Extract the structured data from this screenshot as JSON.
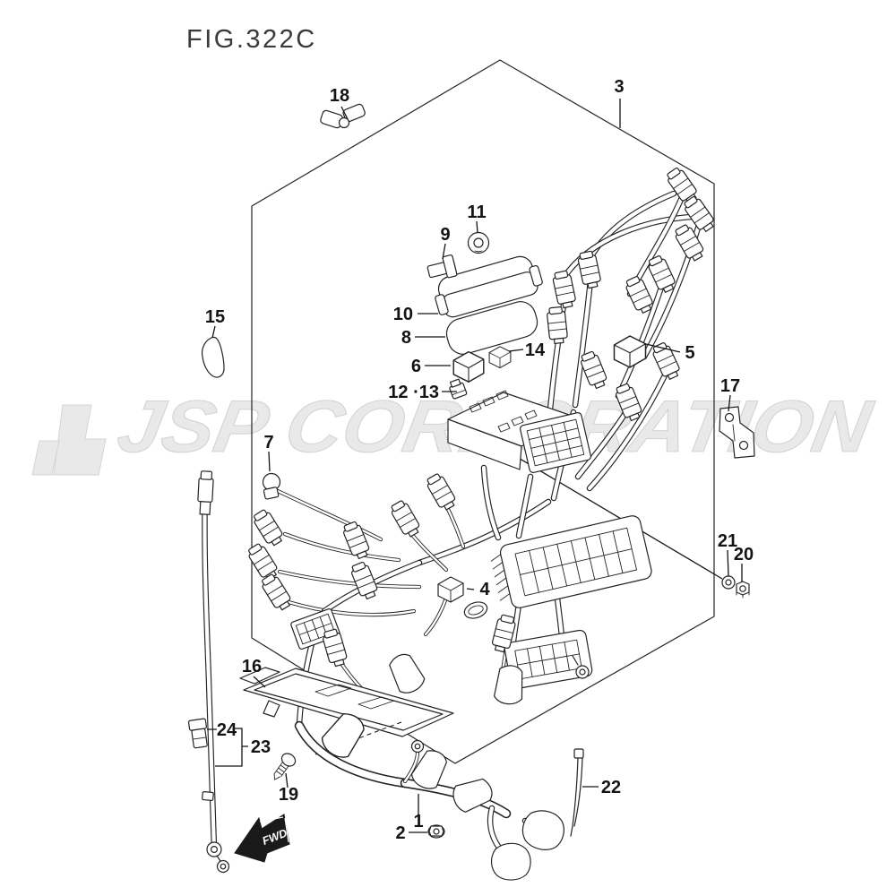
{
  "figure": {
    "title": "FIG.322C"
  },
  "watermark": {
    "text": "JSP CORPORATION"
  },
  "direction_arrow": {
    "label": "FWD"
  },
  "style": {
    "line_color": "#232323",
    "background": "#ffffff",
    "watermark_fill": "#e9e9e9",
    "watermark_outline": "#d4d4d4",
    "label_color": "#141414"
  },
  "parts_list": [
    "1",
    "2",
    "3",
    "4",
    "5",
    "6",
    "7",
    "8",
    "9",
    "10",
    "11",
    "12 ·13",
    "14",
    "15",
    "16",
    "17",
    "18",
    "19",
    "20",
    "21",
    "22",
    "23",
    "24"
  ],
  "labels": {
    "p1": "1",
    "p2": "2",
    "p3": "3",
    "p4": "4",
    "p5": "5",
    "p6": "6",
    "p7": "7",
    "p8": "8",
    "p9": "9",
    "p10": "10",
    "p11": "11",
    "p12_13": "12 ·13",
    "p14": "14",
    "p15": "15",
    "p16": "16",
    "p17": "17",
    "p18": "18",
    "p19": "19",
    "p20": "20",
    "p21": "21",
    "p22": "22",
    "p23": "23",
    "p24": "24"
  }
}
